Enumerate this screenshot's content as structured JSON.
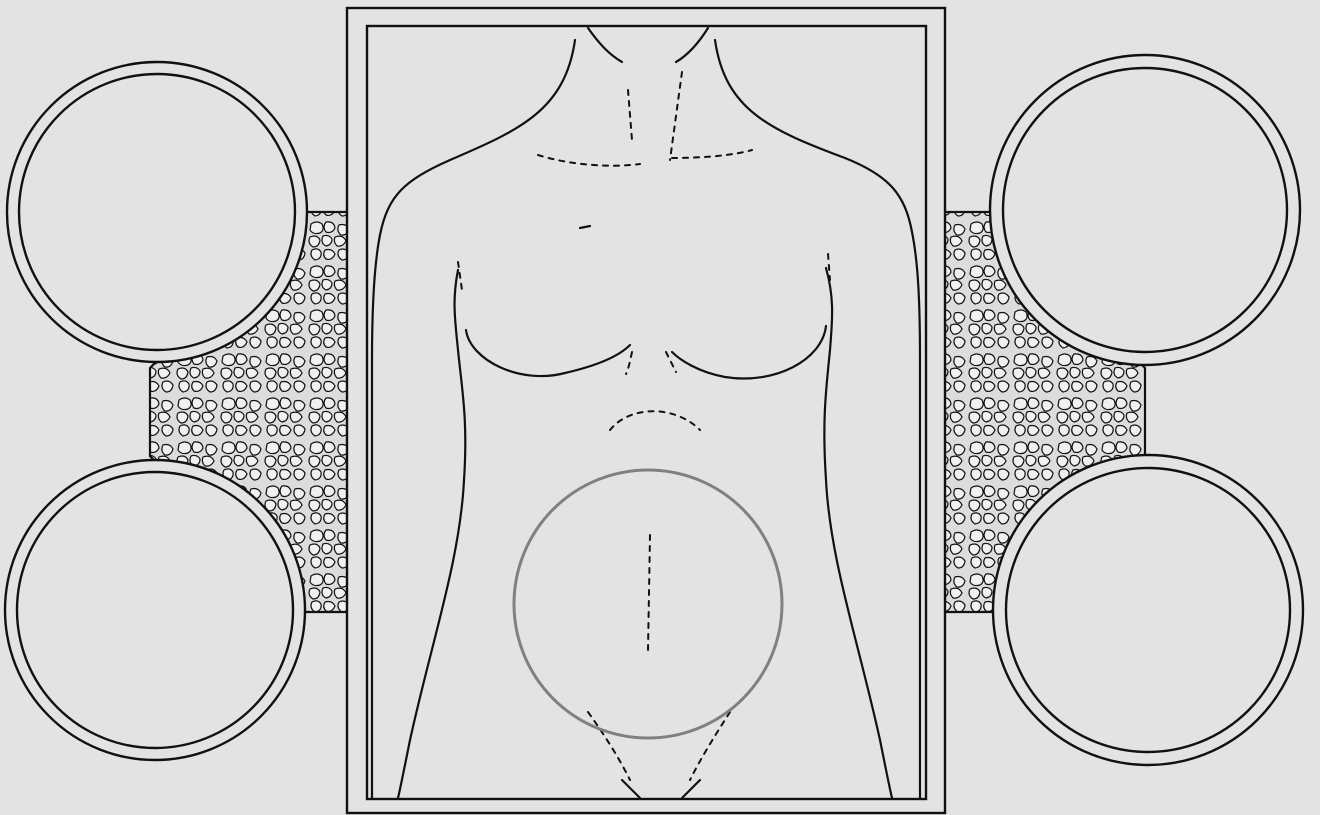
{
  "diagram": {
    "subject": "torso-outline",
    "colors": {
      "background": "#e3e3e3",
      "ink": "#111111",
      "highlight_ring": "#808080"
    },
    "side_circles": [
      {
        "id": "upper-left"
      },
      {
        "id": "lower-left"
      },
      {
        "id": "upper-right"
      },
      {
        "id": "lower-right"
      }
    ],
    "texture": "stone-mosaic"
  }
}
